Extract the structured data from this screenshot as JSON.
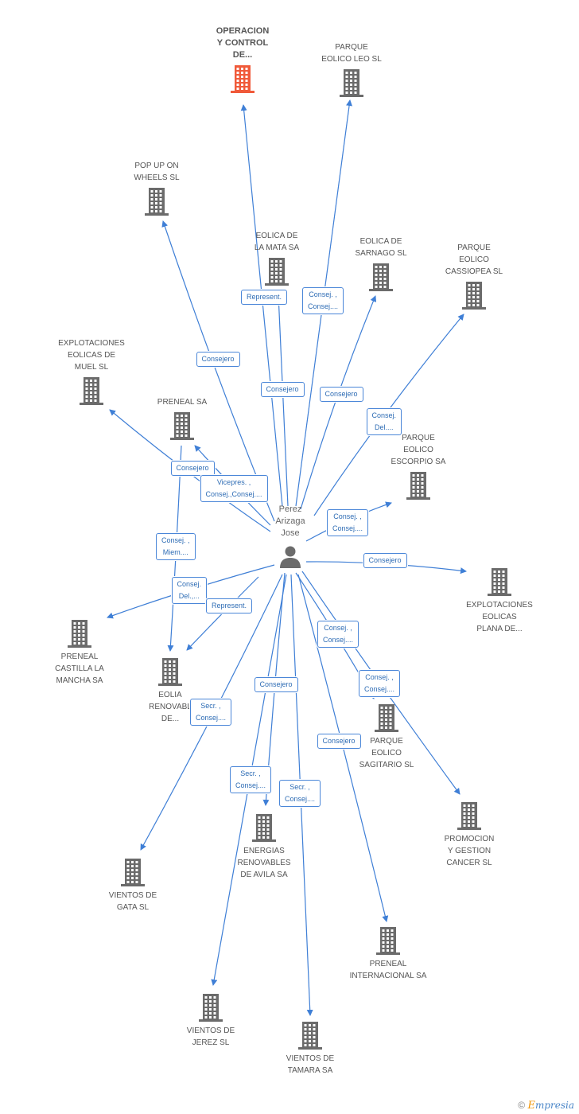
{
  "center": {
    "name": "Perez\nArizaga\nJose"
  },
  "colors": {
    "edge": "#3f7fd6",
    "node": "#6b6b6b",
    "highlight": "#f05a3a"
  },
  "nodes": [
    {
      "id": "n1",
      "label": "OPERACION\nY CONTROL\nDE...",
      "highlight": true
    },
    {
      "id": "n2",
      "label": "PARQUE\nEOLICO LEO SL"
    },
    {
      "id": "n3",
      "label": "POP UP ON\nWHEELS  SL"
    },
    {
      "id": "n4",
      "label": "EOLICA DE\nLA MATA SA"
    },
    {
      "id": "n5",
      "label": "EOLICA DE\nSARNAGO  SL"
    },
    {
      "id": "n6",
      "label": "PARQUE\nEOLICO\nCASSIOPEA SL"
    },
    {
      "id": "n7",
      "label": "EXPLOTACIONES\nEOLICAS DE\nMUEL SL"
    },
    {
      "id": "n8",
      "label": "PRENEAL SA"
    },
    {
      "id": "n9",
      "label": "PARQUE\nEOLICO\nESCORPIO SA"
    },
    {
      "id": "n10",
      "label": "EXPLOTACIONES\nEOLICAS\nPLANA DE..."
    },
    {
      "id": "n11",
      "label": "PRENEAL\nCASTILLA LA\nMANCHA SA"
    },
    {
      "id": "n12",
      "label": "EOLIA\nRENOVABL\nDE..."
    },
    {
      "id": "n13",
      "label": "PARQUE\nEOLICO\nSAGITARIO SL"
    },
    {
      "id": "n14",
      "label": "PROMOCION\nY GESTION\nCANCER SL"
    },
    {
      "id": "n15",
      "label": "ENERGIAS\nRENOVABLES\nDE AVILA SA"
    },
    {
      "id": "n16",
      "label": "VIENTOS DE\nGATA SL"
    },
    {
      "id": "n17",
      "label": "PRENEAL\nINTERNACIONAL SA"
    },
    {
      "id": "n18",
      "label": "VIENTOS DE\nJEREZ SL"
    },
    {
      "id": "n19",
      "label": "VIENTOS DE\nTAMARA SA"
    }
  ],
  "edges": [
    {
      "to": "n1",
      "label": "Represent."
    },
    {
      "to": "n2",
      "label": "Consej. ,\nConsej...."
    },
    {
      "to": "n3",
      "label": "Consejero"
    },
    {
      "to": "n4",
      "label": "Consejero"
    },
    {
      "to": "n5",
      "label": "Consejero"
    },
    {
      "to": "n6",
      "label": "Consej.\nDel...."
    },
    {
      "to": "n7",
      "label": "Consejero"
    },
    {
      "to": "n8",
      "label": "Vicepres. ,\nConsej.,Consej...."
    },
    {
      "to": "n9",
      "label": "Consej. ,\nConsej...."
    },
    {
      "to": "n10",
      "label": "Consejero"
    },
    {
      "to": "n11",
      "label": "Consej.\nDel.,..."
    },
    {
      "to": "n12a",
      "label": "Consej. ,\nMiem...."
    },
    {
      "to": "n12b",
      "label": "Represent."
    },
    {
      "to": "n13",
      "label": "Consej. ,\nConsej...."
    },
    {
      "to": "n14",
      "label": "Consej. ,\nConsej...."
    },
    {
      "to": "n15",
      "label": "Consejero"
    },
    {
      "to": "n16",
      "label": "Secr. ,\nConsej...."
    },
    {
      "to": "n17",
      "label": "Consejero"
    },
    {
      "to": "n18",
      "label": "Secr. ,\nConsej...."
    },
    {
      "to": "n19",
      "label": "Secr. ,\nConsej...."
    }
  ],
  "brand": {
    "copyright": "©",
    "e": "E",
    "rest": "mpresia"
  }
}
